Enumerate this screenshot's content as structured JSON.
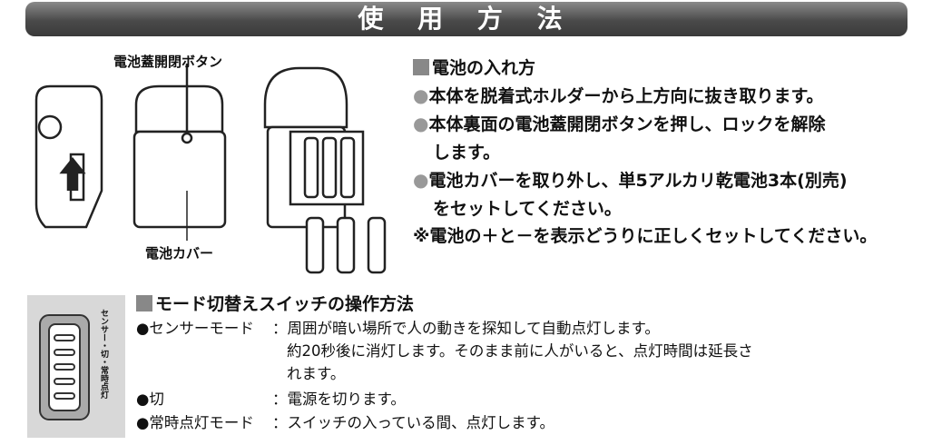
{
  "title": "使 用 方 法",
  "figure": {
    "button_label": "電池蓋開閉ボタン",
    "cover_label": "電池カバー"
  },
  "battery": {
    "heading": "電池の入れ方",
    "steps": [
      "本体を脱着式ホルダーから上方向に抜き取ります。",
      "本体裏面の電池蓋開閉ボタンを押し、ロックを解除",
      "します。",
      "電池カバーを取り外し、単5アルカリ乾電池3本(別売)",
      "をセットしてください。"
    ],
    "note": "※電池の＋と－を表示どうりに正しくセットしてください。"
  },
  "switch": {
    "side_label": "センサー・切・常時点灯",
    "heading": "モード切替えスイッチの操作方法",
    "modes": [
      {
        "name": "●センサーモード",
        "desc": "：周囲が暗い場所で人の動きを探知して自動点灯します。"
      },
      {
        "name": "",
        "desc": "約20秒後に消灯します。そのまま前に人がいると、点灯時間は延長さ"
      },
      {
        "name": "",
        "desc": "れます。"
      },
      {
        "name": "●切",
        "desc": "：電源を切ります。"
      },
      {
        "name": "●常時点灯モード",
        "desc": "：スイッチの入っている間、点灯します。"
      }
    ]
  }
}
